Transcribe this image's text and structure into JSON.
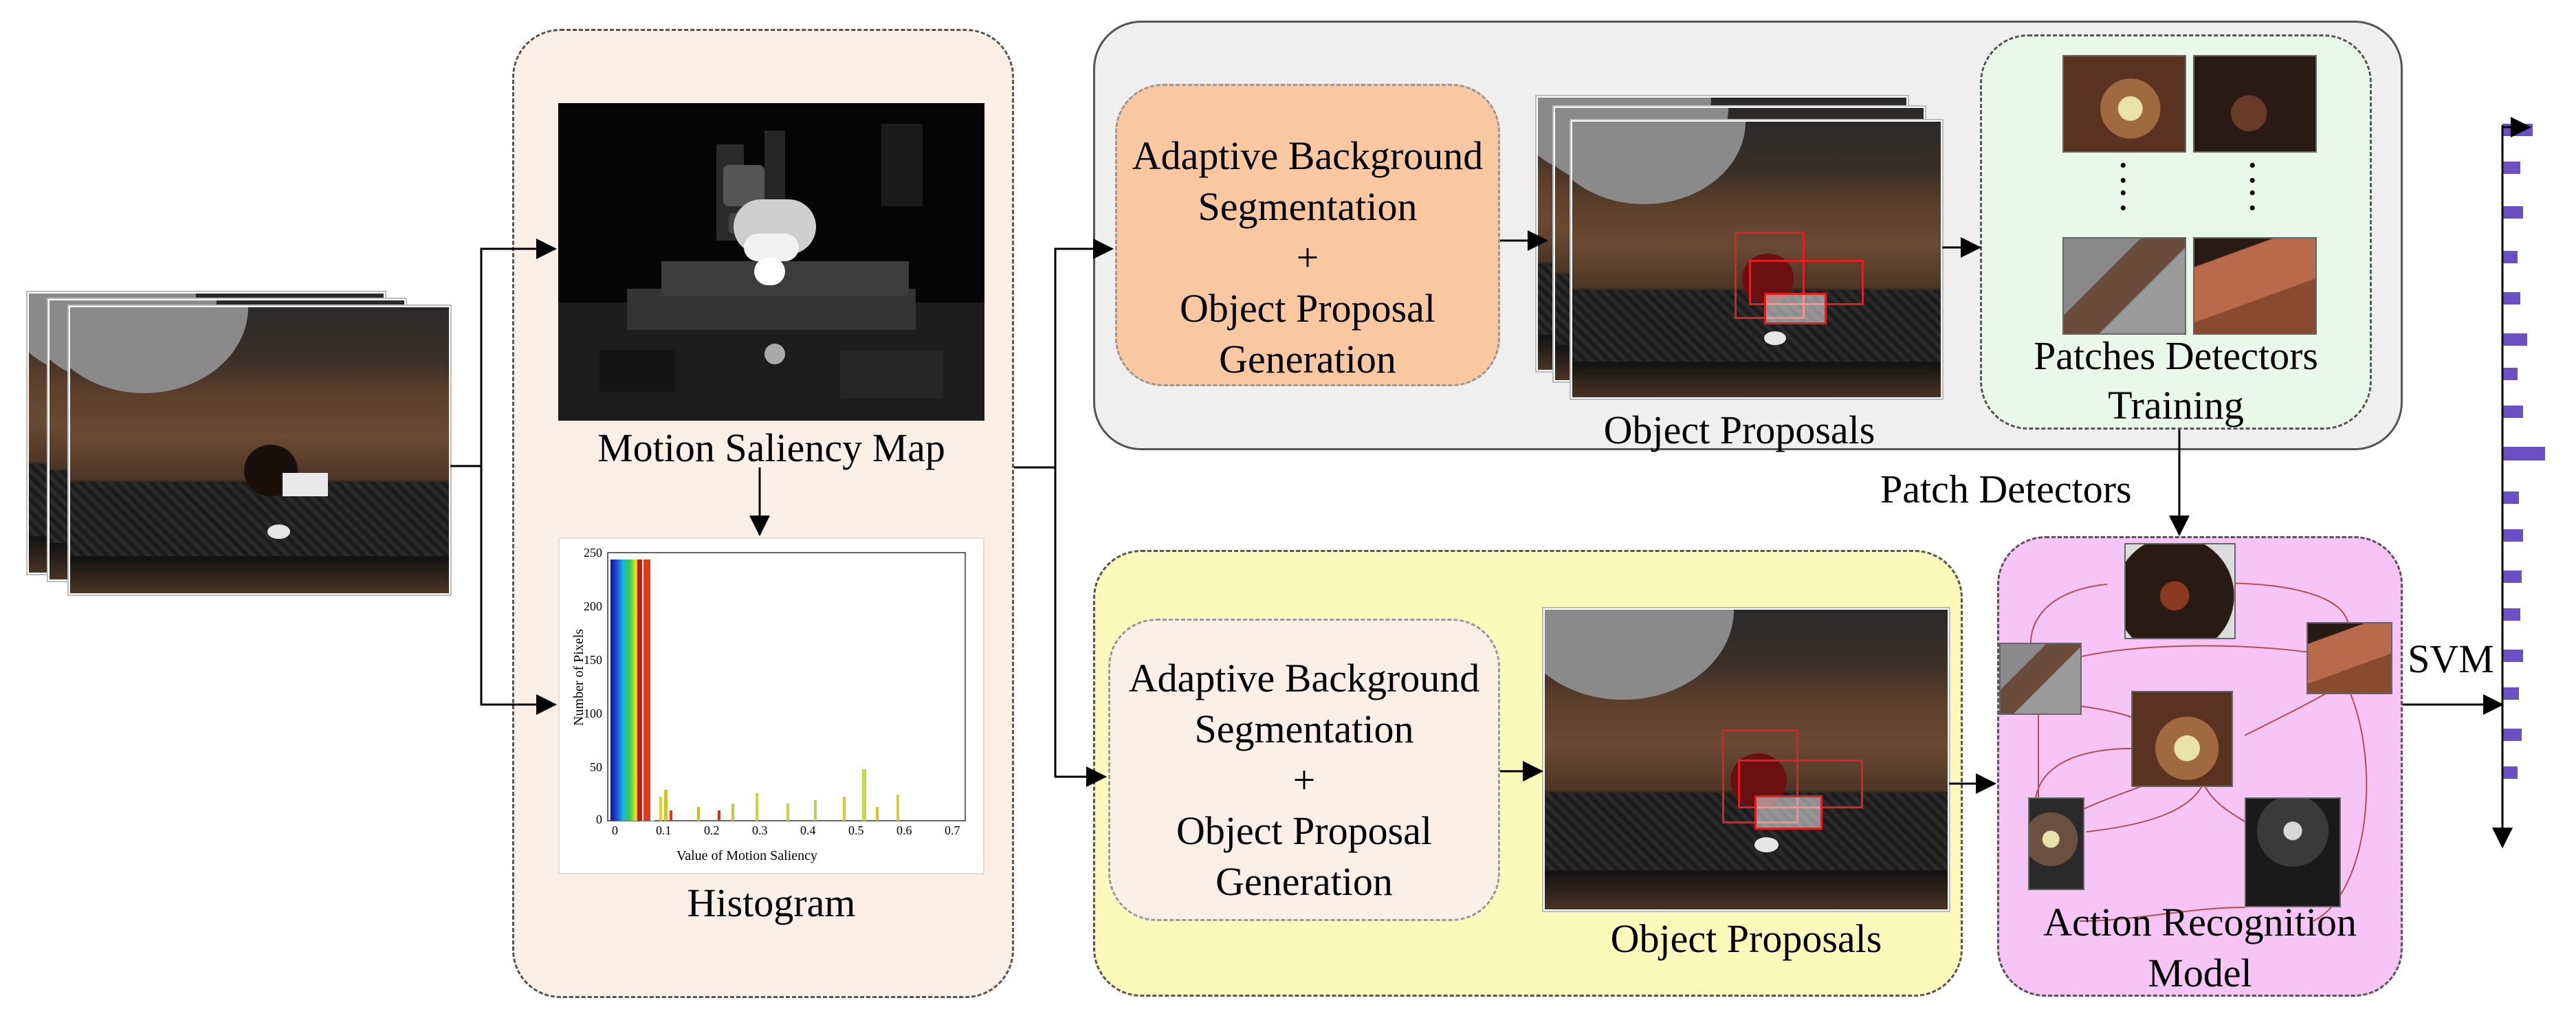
{
  "labels": {
    "motion_saliency_map": "Motion Saliency Map",
    "histogram": "Histogram",
    "object_proposals_top": "Object Proposals",
    "object_proposals_bottom": "Object Proposals",
    "patches_detectors_training": [
      "Patches Detectors",
      "Training"
    ],
    "patch_detectors": "Patch  Detectors",
    "action_recognition_model": [
      "Action Recognition",
      "Model"
    ],
    "svm": "SVM"
  },
  "boxes": {
    "top_process": [
      "Adaptive Background",
      "Segmentation",
      "+",
      "Object Proposal",
      "Generation"
    ],
    "bottom_process": [
      "Adaptive Background",
      "Segmentation",
      "+",
      "Object Proposal",
      "Generation"
    ]
  },
  "histogram": {
    "ylabel": "Number of Pixels",
    "xlabel": "Value of Motion Saliency",
    "yticks": [
      "250",
      "200",
      "150",
      "100",
      "50",
      "0"
    ],
    "xticks": [
      "0",
      "0.1",
      "0.2",
      "0.3",
      "0.4",
      "0.5",
      "0.6",
      "0.7"
    ]
  },
  "patch_dots": ":",
  "colors": {
    "saliency_panel": "#fcefe6",
    "top_panel": "#efefef",
    "bottom_panel": "#fbfaba",
    "top_box": "#f9c7a0",
    "bottom_box": "#fcefe6",
    "training_panel": "#e8f8ea",
    "model_panel": "#f7c5f5",
    "svm_bar": "#6b4fc4"
  }
}
